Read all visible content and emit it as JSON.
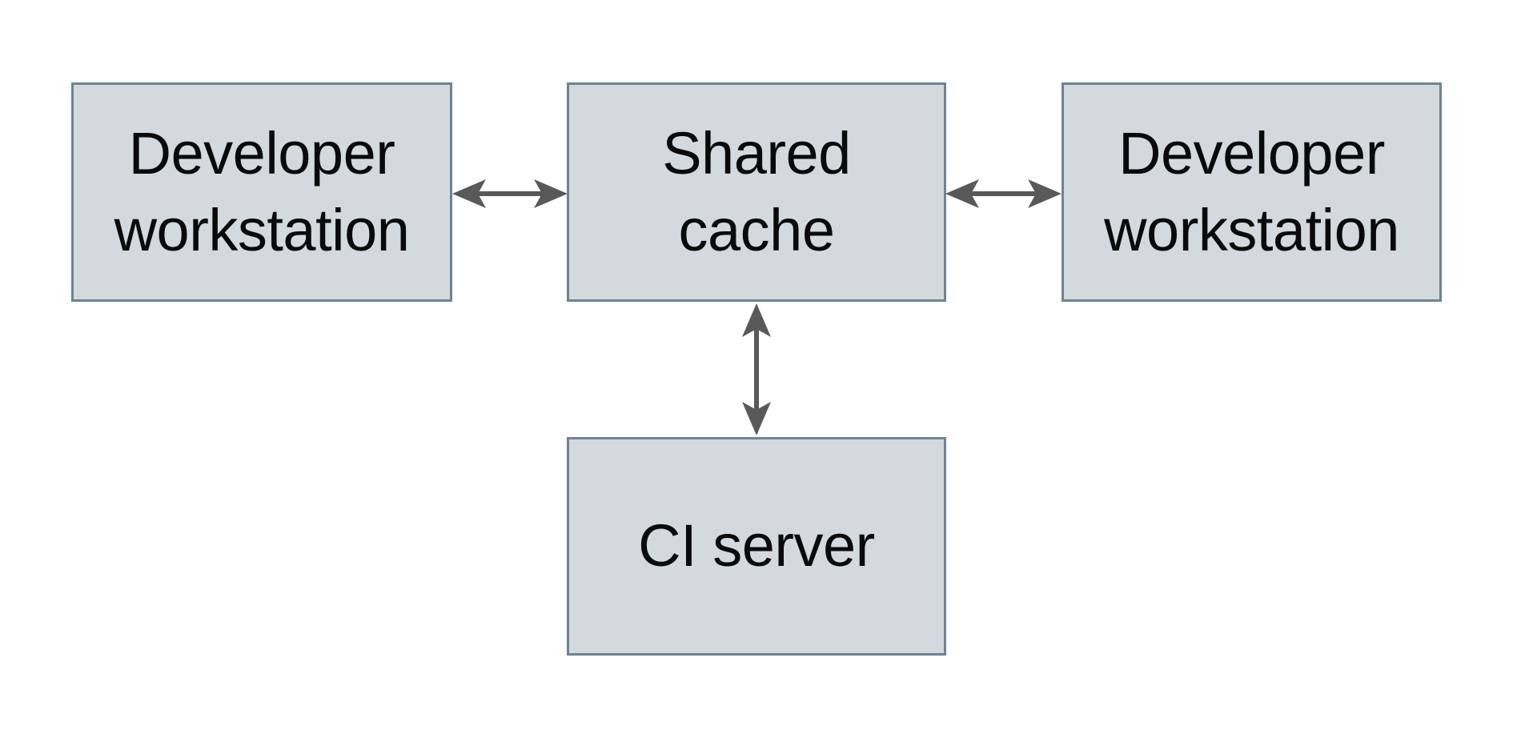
{
  "diagram": {
    "title": "",
    "background_color": "#ffffff",
    "node_fill_color": "#d3d9dc",
    "node_border_color": "#6d8494",
    "arrow_color": "#595959",
    "text_color": "#0a0a0a",
    "nodes": {
      "dev_left": {
        "label": "Developer\nworkstation"
      },
      "shared_cache": {
        "label": "Shared\ncache"
      },
      "dev_right": {
        "label": "Developer\nworkstation"
      },
      "ci_server": {
        "label": "CI server"
      }
    },
    "edges": [
      {
        "from": "Developer workstation (left)",
        "to": "Shared cache",
        "direction": "bidirectional",
        "orientation": "horizontal"
      },
      {
        "from": "Shared cache",
        "to": "Developer workstation (right)",
        "direction": "bidirectional",
        "orientation": "horizontal"
      },
      {
        "from": "Shared cache",
        "to": "CI server",
        "direction": "bidirectional",
        "orientation": "vertical"
      }
    ]
  }
}
